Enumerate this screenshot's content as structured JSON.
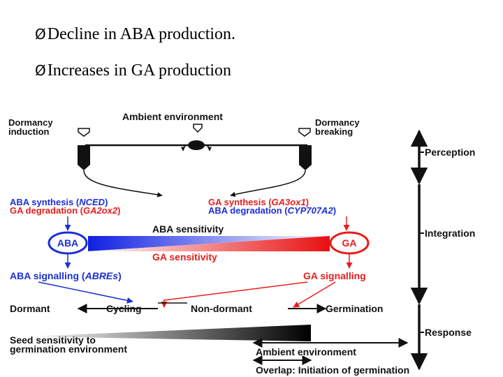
{
  "bullets": {
    "marker": "Ø",
    "item1": "Decline in ABA production.",
    "item2": "Increases in GA production"
  },
  "diagram": {
    "ambient_environment_top": "Ambient environment",
    "dormancy_induction_1": "Dormancy",
    "dormancy_induction_2": "induction",
    "dormancy_breaking_1": "Dormancy",
    "dormancy_breaking_2": "breaking",
    "aba_synthesis_prefix": "ABA synthesis (",
    "aba_synthesis_gene": "NCED",
    "aba_synthesis_suffix": ")",
    "ga_degradation_prefix": "GA degradation (",
    "ga_degradation_gene": "GA2ox2",
    "ga_degradation_suffix": ")",
    "ga_synthesis_prefix": "GA synthesis (",
    "ga_synthesis_gene": "GA3ox1",
    "ga_synthesis_suffix": ")",
    "aba_degradation_prefix": "ABA degradation (",
    "aba_degradation_gene": "CYP707A2",
    "aba_degradation_suffix": ")",
    "aba_node": "ABA",
    "ga_node": "GA",
    "aba_sensitivity": "ABA sensitivity",
    "ga_sensitivity": "GA sensitivity",
    "aba_signalling_prefix": "ABA signalling (",
    "aba_signalling_gene": "ABREs",
    "aba_signalling_suffix": ")",
    "ga_signalling": "GA signalling",
    "dormant": "Dormant",
    "cycling": "Cycling",
    "non_dormant": "Non-dormant",
    "germination": "Germination",
    "seed_sensitivity_1": "Seed sensitivity to",
    "seed_sensitivity_2": "germination environment",
    "ambient_environment_bottom": "Ambient environment",
    "overlap": "Overlap: Initiation of germination",
    "perception": "Perception",
    "integration": "Integration",
    "response": "Response"
  },
  "colors": {
    "aba_blue": "#1a2fd6",
    "ga_red": "#e81c1c",
    "text_dark": "#111111"
  }
}
